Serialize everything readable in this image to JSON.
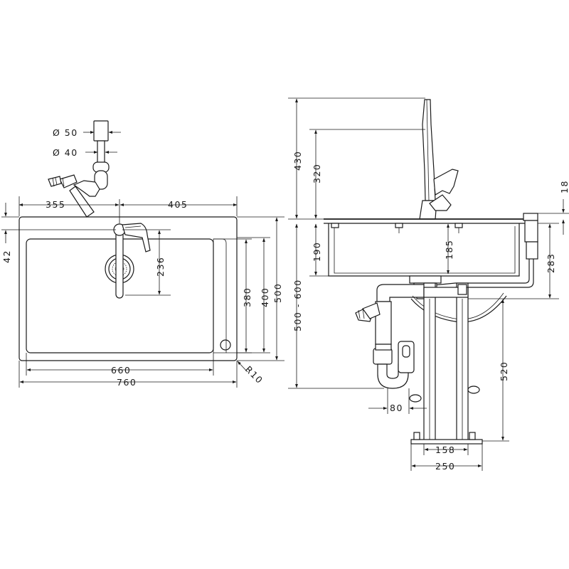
{
  "labels": {
    "d50": "Ø 50",
    "d40": "Ø 40",
    "w355": "355",
    "w405": "405",
    "h42": "42",
    "h236": "236",
    "h380": "380",
    "h400": "400",
    "h500": "500",
    "w660": "660",
    "w760": "760",
    "r10": "R10",
    "h430": "430",
    "h320": "320",
    "h18": "18",
    "h190": "190",
    "h185": "185",
    "h283": "283",
    "h500_600": "500 - 600",
    "h520": "520",
    "w80": "80",
    "w158": "158",
    "w250": "250"
  },
  "colors": {
    "line": "#1a1a1a",
    "background": "#ffffff"
  }
}
